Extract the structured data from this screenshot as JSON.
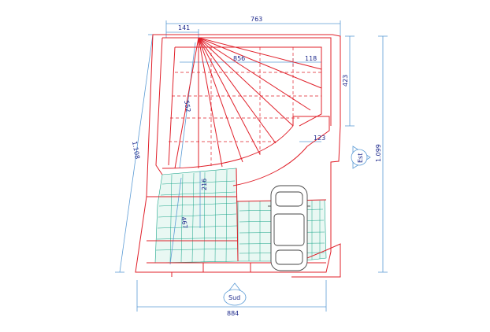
{
  "dimensions": {
    "top_total": "763",
    "top_left": "141",
    "inner_width": "856",
    "inner_right": "118",
    "right_height": "423",
    "right_total": "1.099",
    "left_total": "1.108",
    "stair_height": "552",
    "step_gap": "123",
    "patio_height": "216",
    "lower_left": "467",
    "bottom_total": "884"
  },
  "orientation": {
    "east": "Est",
    "south": "Sud"
  },
  "colors": {
    "walls": "#e0202a",
    "dimensions": "#5b9bd5",
    "paving": "#1aa58a"
  }
}
